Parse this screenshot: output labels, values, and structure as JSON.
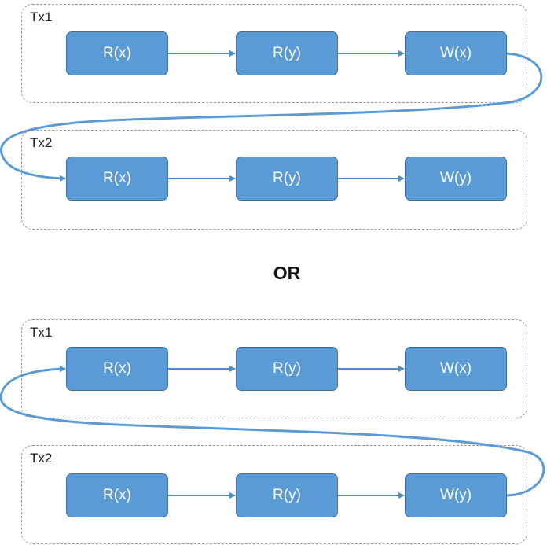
{
  "top": {
    "tx1": {
      "label": "Tx1",
      "ops": [
        "R(x)",
        "R(y)",
        "W(x)"
      ]
    },
    "tx2": {
      "label": "Tx2",
      "ops": [
        "R(x)",
        "R(y)",
        "W(y)"
      ]
    }
  },
  "separator": "OR",
  "bottom": {
    "tx1": {
      "label": "Tx1",
      "ops": [
        "R(x)",
        "R(y)",
        "W(x)"
      ]
    },
    "tx2": {
      "label": "Tx2",
      "ops": [
        "R(x)",
        "R(y)",
        "W(y)"
      ]
    }
  },
  "colors": {
    "node_fill": "#5b9bd5",
    "node_border": "#41719c",
    "edge": "#5b9bd5",
    "group_border": "#9a9a9a"
  }
}
